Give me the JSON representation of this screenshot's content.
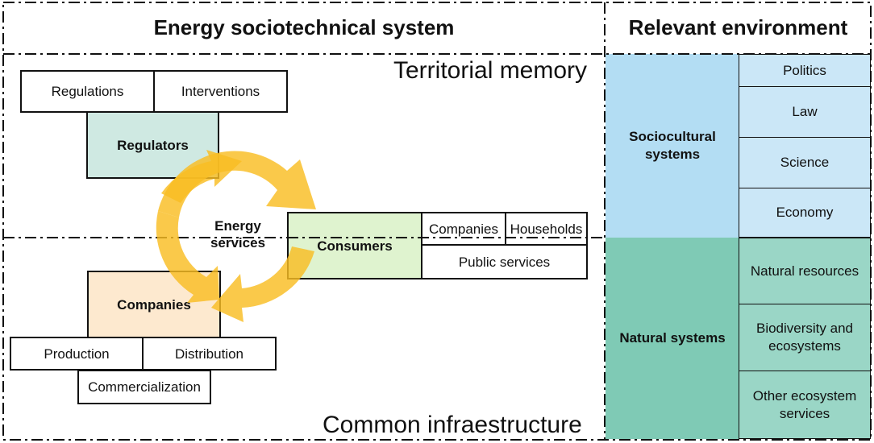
{
  "headers": {
    "system": "Energy sociotechnical system",
    "environment": "Relevant environment"
  },
  "zones": {
    "top": "Territorial memory",
    "bottom": "Common infraestructure"
  },
  "regulators": {
    "label": "Regulators",
    "items": [
      "Regulations",
      "Interventions"
    ]
  },
  "consumers": {
    "label": "Consumers",
    "items": [
      "Companies",
      "Households",
      "Public services"
    ]
  },
  "companies": {
    "label": "Companies",
    "items": [
      "Production",
      "Distribution",
      "Commercialization"
    ]
  },
  "cycle": {
    "label_line1": "Energy",
    "label_line2": "services"
  },
  "environment": {
    "sociocultural": {
      "label": "Sociocultural systems",
      "items": [
        "Politics",
        "Law",
        "Science",
        "Economy"
      ]
    },
    "natural": {
      "label": "Natural systems",
      "items": [
        "Natural resources",
        "Biodiversity and ecosystems",
        "Other ecosystem services"
      ]
    }
  },
  "colors": {
    "regulators": "#cfe9e2",
    "consumers": "#dff3cf",
    "companies": "#fde9cf",
    "cycle_arrow": "#f9bd22",
    "sociocultural": "#b3ddf3",
    "sociocultural_items": "#cbe7f7",
    "natural": "#7fcab5",
    "natural_items": "#9ad6c6"
  }
}
